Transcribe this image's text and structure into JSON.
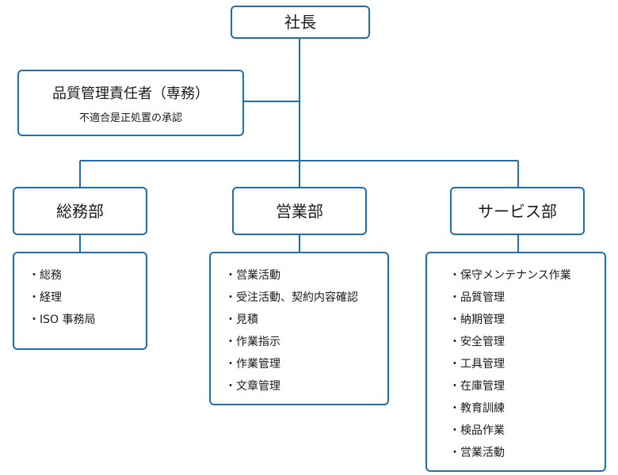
{
  "diagram": {
    "ceo": "社長",
    "quality_manager": {
      "title": "品質管理責任者（専務）",
      "subtitle": "不適合是正処置の承認"
    },
    "departments": [
      {
        "name": "総務部",
        "items": [
          "総務",
          "経理",
          "ISO 事務局"
        ]
      },
      {
        "name": "営業部",
        "items": [
          "営業活動",
          "受注活動、契約内容確認",
          "見積",
          "作業指示",
          "作業管理",
          "文章管理"
        ]
      },
      {
        "name": "サービス部",
        "items": [
          "保守メンテナンス作業",
          "品質管理",
          "納期管理",
          "安全管理",
          "工具管理",
          "在庫管理",
          "教育訓練",
          "検品作業",
          "営業活動"
        ]
      }
    ]
  },
  "colors": {
    "line": "#1f6fb0",
    "border": "#1f6fb0"
  }
}
